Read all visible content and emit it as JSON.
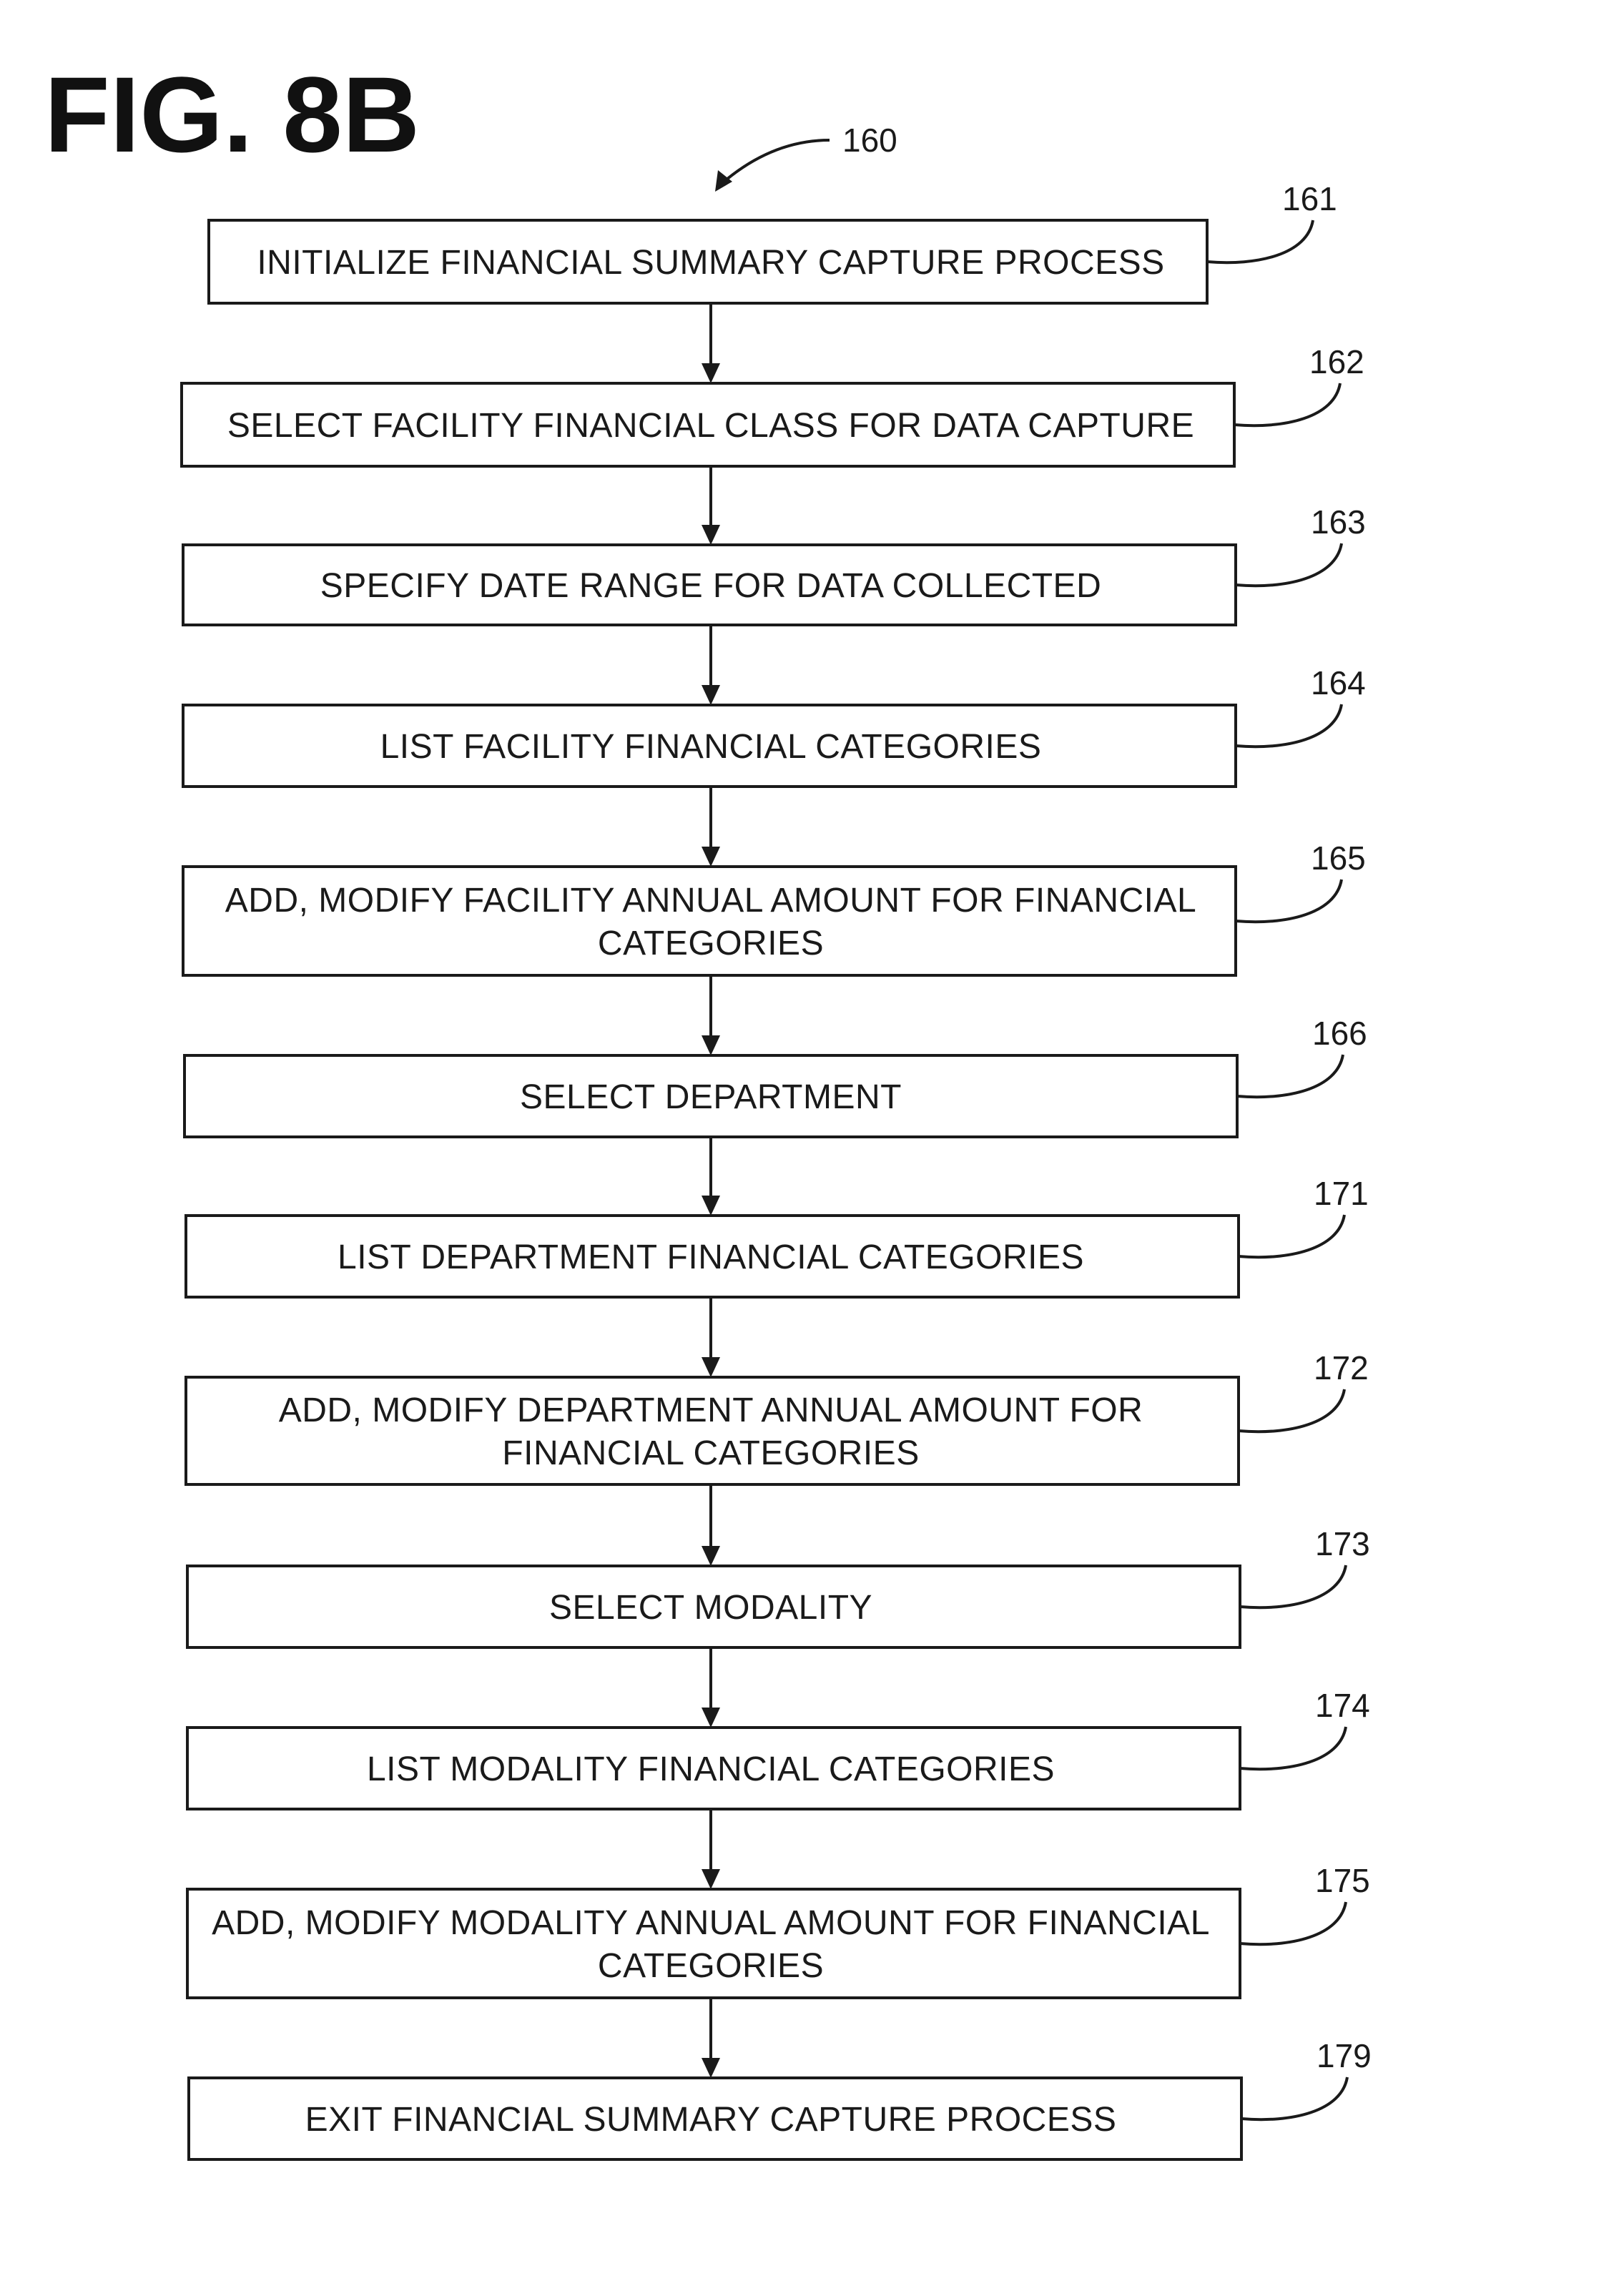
{
  "figure": {
    "label": "FIG. 8B",
    "ref": "160"
  },
  "steps": [
    {
      "ref": "161",
      "lines": [
        "INITIALIZE FINANCIAL SUMMARY CAPTURE PROCESS"
      ]
    },
    {
      "ref": "162",
      "lines": [
        "SELECT FACILITY FINANCIAL CLASS FOR DATA CAPTURE"
      ]
    },
    {
      "ref": "163",
      "lines": [
        "SPECIFY DATE RANGE FOR DATA COLLECTED"
      ]
    },
    {
      "ref": "164",
      "lines": [
        "LIST FACILITY FINANCIAL CATEGORIES"
      ]
    },
    {
      "ref": "165",
      "lines": [
        "ADD, MODIFY FACILITY ANNUAL AMOUNT FOR FINANCIAL",
        "CATEGORIES"
      ]
    },
    {
      "ref": "166",
      "lines": [
        "SELECT DEPARTMENT"
      ]
    },
    {
      "ref": "171",
      "lines": [
        "LIST DEPARTMENT FINANCIAL CATEGORIES"
      ]
    },
    {
      "ref": "172",
      "lines": [
        "ADD, MODIFY DEPARTMENT ANNUAL AMOUNT FOR",
        "FINANCIAL CATEGORIES"
      ]
    },
    {
      "ref": "173",
      "lines": [
        "SELECT MODALITY"
      ]
    },
    {
      "ref": "174",
      "lines": [
        "LIST MODALITY FINANCIAL CATEGORIES"
      ]
    },
    {
      "ref": "175",
      "lines": [
        "ADD, MODIFY MODALITY ANNUAL AMOUNT FOR FINANCIAL",
        "CATEGORIES"
      ]
    },
    {
      "ref": "179",
      "lines": [
        "EXIT FINANCIAL SUMMARY CAPTURE PROCESS"
      ]
    }
  ]
}
